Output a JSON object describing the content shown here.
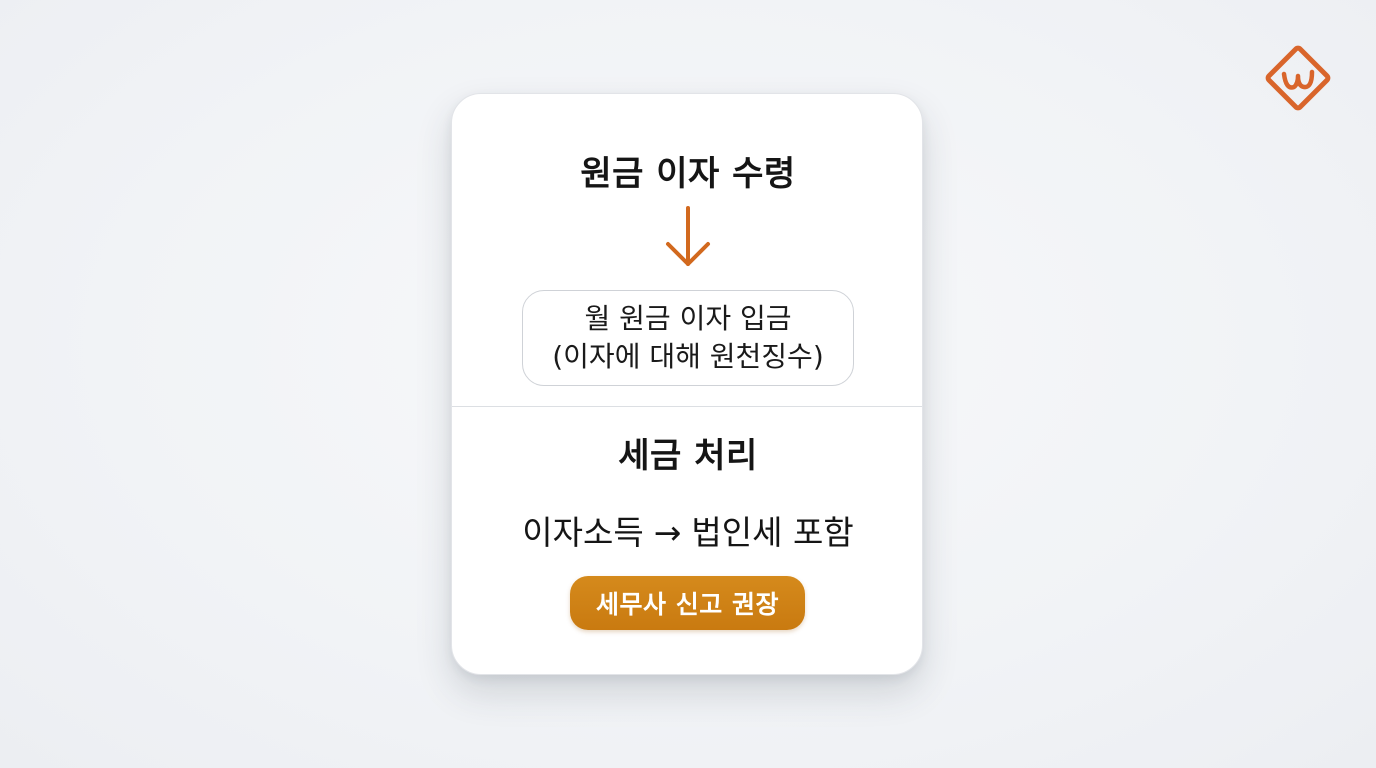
{
  "colors": {
    "arrow": "#d2691e",
    "badge": "#cf8418",
    "logo": "#d9652b"
  },
  "flow": {
    "step1_title": "원금 이자 수령",
    "arrow_icon": "down-arrow-icon",
    "deposit_line1": "월 원금 이자 입금",
    "deposit_line2": "(이자에 대해 원천징수)"
  },
  "tax": {
    "title": "세금 처리",
    "income_label": "이자소득",
    "arrow_symbol": "→",
    "result_label": "법인세 포함",
    "badge_label": "세무사 신고 권장"
  },
  "logo": {
    "icon": "diamond-w-logo-icon"
  }
}
